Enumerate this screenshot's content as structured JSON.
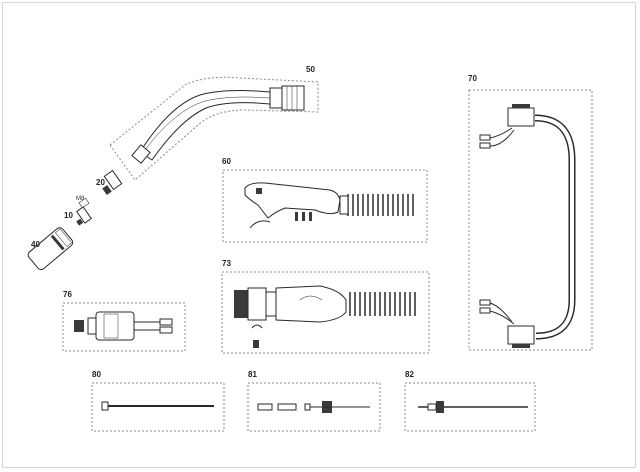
{
  "parts": [
    {
      "id": "torch-neck",
      "number": "50"
    },
    {
      "id": "contact-tip-adapter",
      "number": "20",
      "thread": "M8"
    },
    {
      "id": "contact-tip",
      "number": "10",
      "thread": "M8"
    },
    {
      "id": "gas-nozzle",
      "number": "40"
    },
    {
      "id": "handle-kit",
      "number": "60"
    },
    {
      "id": "central-connector-kit",
      "number": "73"
    },
    {
      "id": "cable-assembly",
      "number": "70"
    },
    {
      "id": "euro-connector",
      "number": "76"
    },
    {
      "id": "liner",
      "number": "80"
    },
    {
      "id": "liner-accessory-a",
      "number": "81"
    },
    {
      "id": "liner-accessory-b",
      "number": "82"
    }
  ],
  "colors": {
    "line": "#2a2a2a",
    "dashed_frame": "#8a8a8a",
    "fill_light": "#f2f2f2",
    "fill_dark": "#3a3a3a"
  }
}
